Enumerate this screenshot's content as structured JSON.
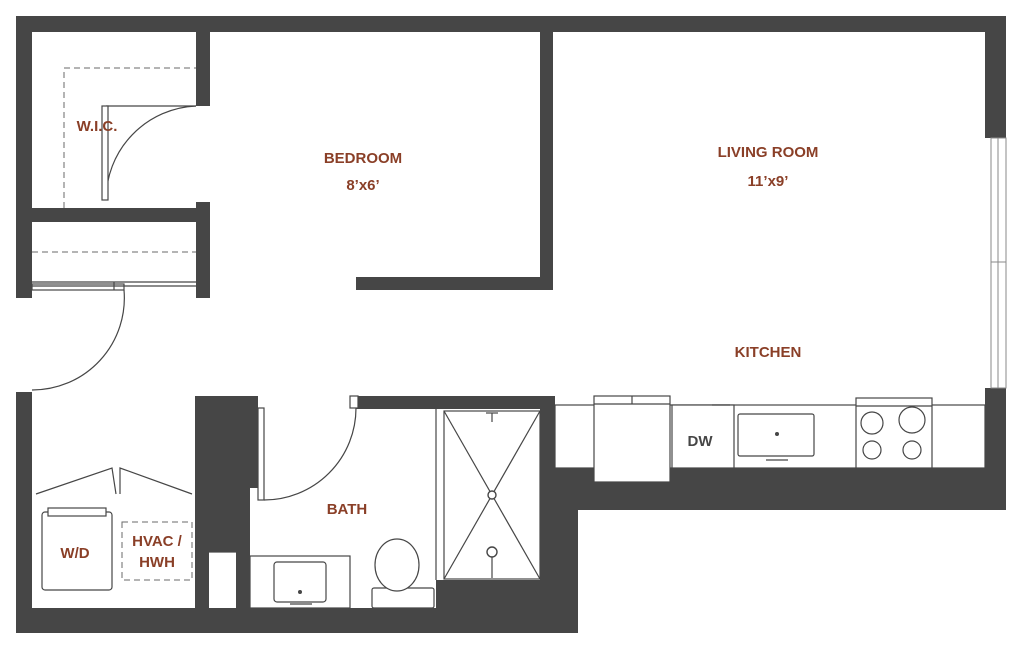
{
  "rooms": {
    "wic": {
      "name": "W.I.C."
    },
    "bedroom": {
      "name": "BEDROOM",
      "size": "8’x6’"
    },
    "living": {
      "name": "LIVING ROOM",
      "size": "11’x9’"
    },
    "kitchen": {
      "name": "KITCHEN"
    },
    "bath": {
      "name": "BATH"
    },
    "laundry": {
      "name": "W/D"
    },
    "hvac": {
      "line1": "HVAC /",
      "line2": "HWH"
    }
  },
  "appliances": {
    "dishwasher": "DW"
  },
  "colors": {
    "wall": "#464646",
    "label": "#8a3f27",
    "background": "#ffffff"
  }
}
